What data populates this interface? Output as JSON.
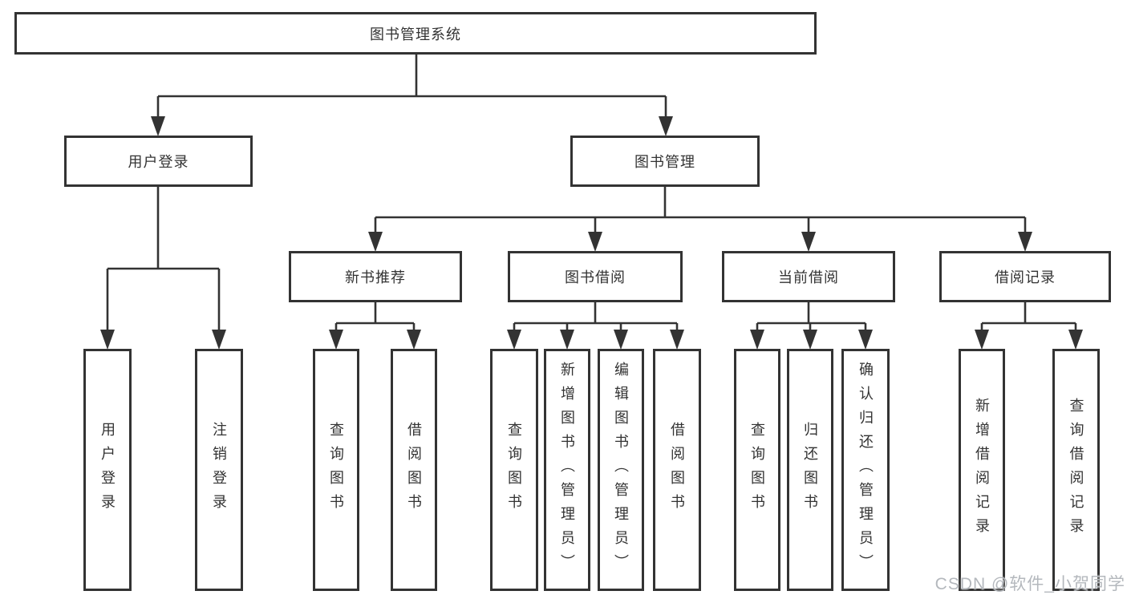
{
  "colors": {
    "line": "#333333",
    "box_border": "#333333",
    "text": "#333333",
    "watermark": "#b4b8bd",
    "background": "#ffffff"
  },
  "watermark": {
    "text": "CSDN @软件_小贺同学"
  },
  "diagram": {
    "root": {
      "label": "图书管理系统"
    },
    "branches": [
      {
        "label": "用户登录",
        "children": [
          {
            "label": "用户登录"
          },
          {
            "label": "注销登录"
          }
        ]
      },
      {
        "label": "图书管理",
        "children": [
          {
            "label": "新书推荐",
            "children": [
              {
                "label": "查询图书"
              },
              {
                "label": "借阅图书"
              }
            ]
          },
          {
            "label": "图书借阅",
            "children": [
              {
                "label": "查询图书"
              },
              {
                "label": "新增图书（管理员）"
              },
              {
                "label": "编辑图书（管理员）"
              },
              {
                "label": "借阅图书"
              }
            ]
          },
          {
            "label": "当前借阅",
            "children": [
              {
                "label": "查询图书"
              },
              {
                "label": "归还图书"
              },
              {
                "label": "确认归还（管理员）"
              }
            ]
          },
          {
            "label": "借阅记录",
            "children": [
              {
                "label": "新增借阅记录"
              },
              {
                "label": "查询借阅记录"
              }
            ]
          }
        ]
      }
    ]
  }
}
